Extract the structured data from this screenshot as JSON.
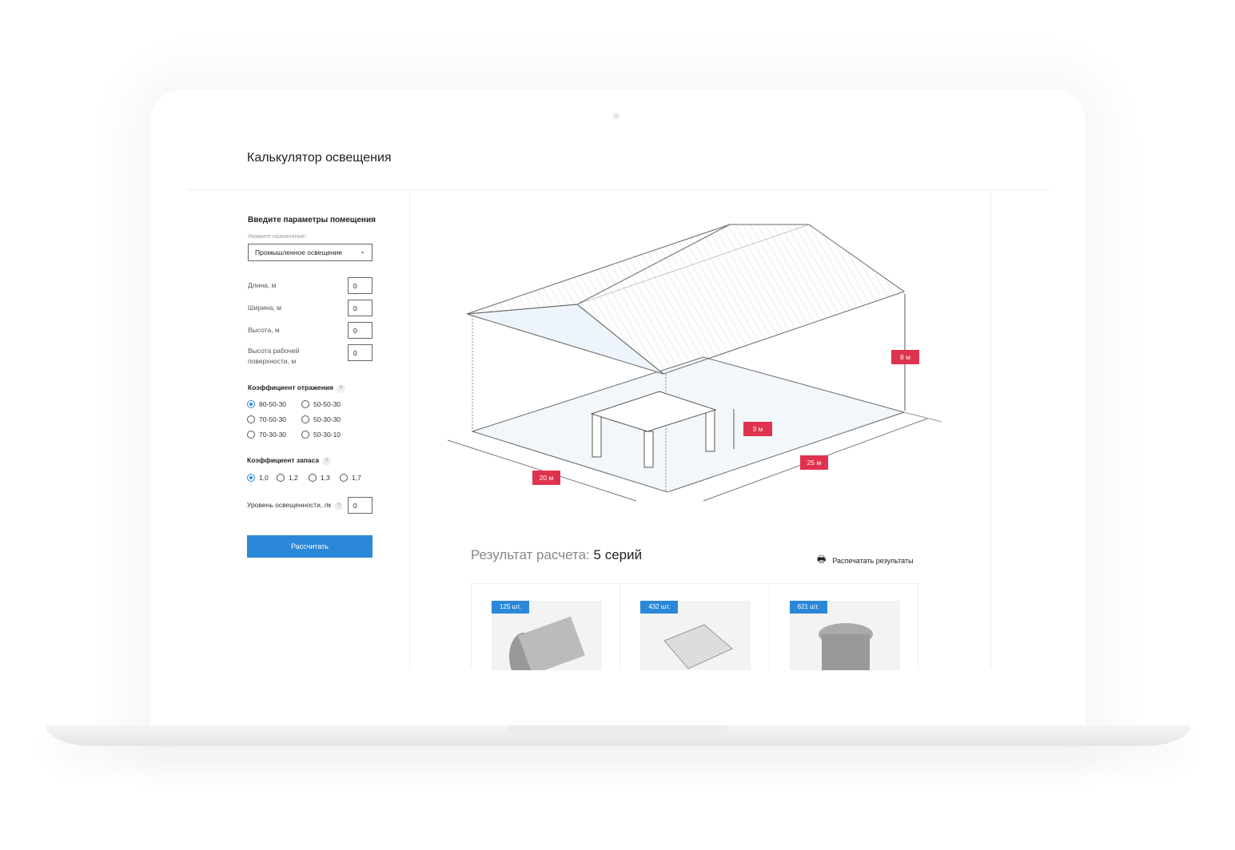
{
  "title": "Калькулятор освещения",
  "form": {
    "heading": "Введите параметры помещения",
    "purpose_label": "Укажите назначение:",
    "purpose_value": "Промышленное освещение",
    "fields": [
      {
        "label": "Длина, м",
        "value": "0"
      },
      {
        "label": "Ширина, м",
        "value": "0"
      },
      {
        "label": "Высота, м",
        "value": "0"
      },
      {
        "label": "Высота рабочей поверхности, м",
        "value": "0"
      }
    ],
    "reflection": {
      "label": "Коэффициент отражения",
      "help": "?",
      "options": [
        "80-50-30",
        "50-50-30",
        "70-50-30",
        "50-30-30",
        "70-30-30",
        "50-30-10"
      ],
      "selected": "80-50-30"
    },
    "reserve": {
      "label": "Коэффициент запаса",
      "help": "?",
      "options": [
        "1,0",
        "1,2",
        "1,3",
        "1,7"
      ],
      "selected": "1,0"
    },
    "illum": {
      "label": "Уровень освещенности, лк",
      "help": "?",
      "value": "0"
    },
    "submit": "Рассчитать"
  },
  "diagram": {
    "height": "8 м",
    "work_height": "3 м",
    "width": "25 м",
    "length": "20 м"
  },
  "result": {
    "label": "Результат расчета:",
    "value": "5 серий",
    "print": "Распечатать результаты",
    "cards": [
      {
        "count": "125 шт."
      },
      {
        "count": "432 шт."
      },
      {
        "count": "621 шт."
      }
    ]
  },
  "colors": {
    "accent": "#2b88d8",
    "tag": "#e0324f"
  }
}
